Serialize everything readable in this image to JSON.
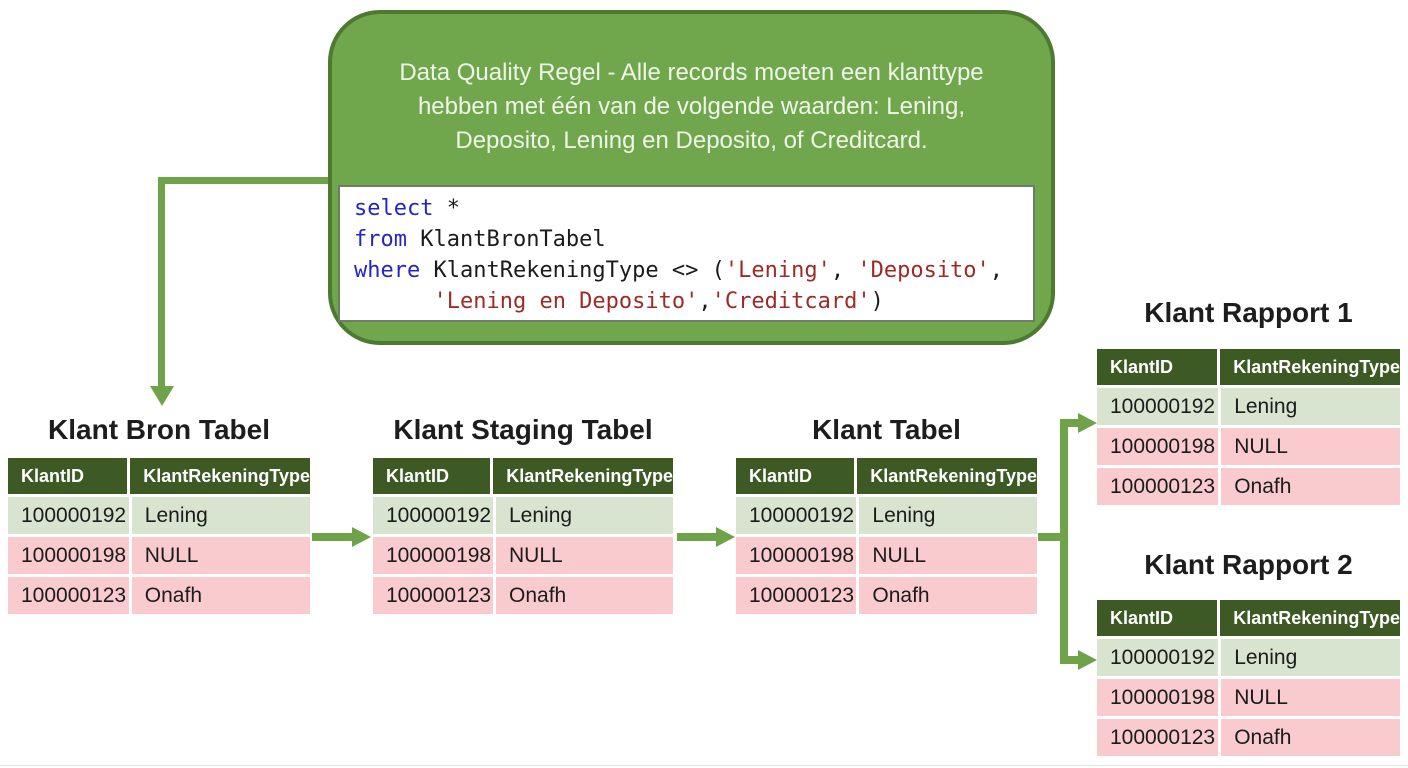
{
  "colors": {
    "rule_box_fill": "#71a74c",
    "rule_box_border": "#4d7931",
    "table_header_bg": "#3d5a25",
    "valid_row_bg": "#d8e4cf",
    "invalid_row_bg": "#f9cbce",
    "arrow": "#6fa34a",
    "sql_keyword": "#2525c4",
    "sql_string": "#9c2b26"
  },
  "rule_box": {
    "line1": "Data Quality Regel - Alle records moeten een klanttype",
    "line2": "hebben met één van de volgende waarden: Lening,",
    "line3": "Deposito, Lening en Deposito, of Creditcard."
  },
  "sql": {
    "l1": {
      "kw": "select",
      "rest": " *"
    },
    "l2": {
      "kw": "from",
      "rest": " KlantBronTabel"
    },
    "l3": {
      "kw": "where",
      "mid": " KlantRekeningType <> (",
      "s1": "'Lening'",
      "sep1": ", ",
      "s2": "'Deposito'",
      "sep2": ","
    },
    "l4": {
      "indent": "      ",
      "s1": "'Lening en Deposito'",
      "sep1": ",",
      "s2": "'Creditcard'",
      "end": ")"
    }
  },
  "tables": [
    {
      "title": "Klant Bron Tabel",
      "headers": [
        "KlantID",
        "KlantRekeningType"
      ],
      "rows": [
        [
          "100000192",
          "Lening"
        ],
        [
          "100000198",
          "NULL"
        ],
        [
          "100000123",
          "Onafh"
        ]
      ]
    },
    {
      "title": "Klant Staging Tabel",
      "headers": [
        "KlantID",
        "KlantRekeningType"
      ],
      "rows": [
        [
          "100000192",
          "Lening"
        ],
        [
          "100000198",
          "NULL"
        ],
        [
          "100000123",
          "Onafh"
        ]
      ]
    },
    {
      "title": "Klant Tabel",
      "headers": [
        "KlantID",
        "KlantRekeningType"
      ],
      "rows": [
        [
          "100000192",
          "Lening"
        ],
        [
          "100000198",
          "NULL"
        ],
        [
          "100000123",
          "Onafh"
        ]
      ]
    },
    {
      "title": "Klant Rapport 1",
      "headers": [
        "KlantID",
        "KlantRekeningType"
      ],
      "rows": [
        [
          "100000192",
          "Lening"
        ],
        [
          "100000198",
          "NULL"
        ],
        [
          "100000123",
          "Onafh"
        ]
      ]
    },
    {
      "title": "Klant Rapport 2",
      "headers": [
        "KlantID",
        "KlantRekeningType"
      ],
      "rows": [
        [
          "100000192",
          "Lening"
        ],
        [
          "100000198",
          "NULL"
        ],
        [
          "100000123",
          "Onafh"
        ]
      ]
    }
  ]
}
